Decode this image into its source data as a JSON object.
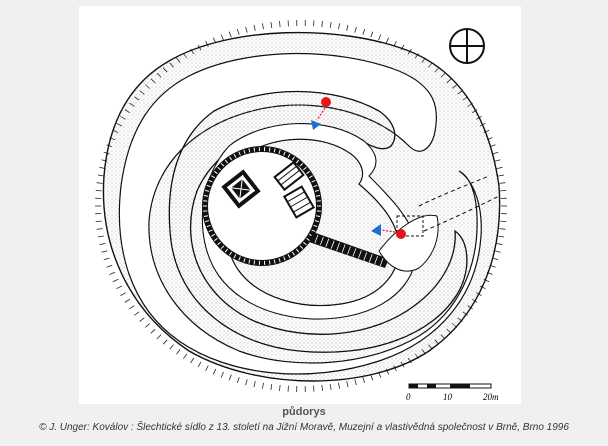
{
  "figure": {
    "scale_labels": [
      "0",
      "10",
      "20m"
    ]
  },
  "caption": "půdorys",
  "credit": "© J. Unger: Koválov : Šlechtické sídlo z 13. století na Jižní Moravě, Muzejní a vlastivědná společnost v Brně, Brno 1996",
  "colors": {
    "marker_red": "#e8141c",
    "marker_blue": "#1f6fd0",
    "ink": "#111111",
    "stipple": "#9a9a9a"
  }
}
